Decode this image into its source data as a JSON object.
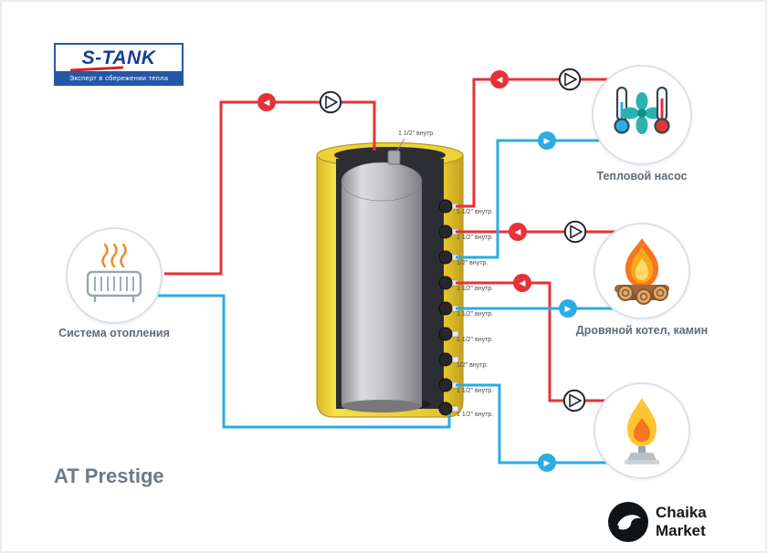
{
  "brand": {
    "name": "S-TANK",
    "tagline": "Эксперт в сбережении тепла"
  },
  "product": {
    "model_label": "AT Prestige"
  },
  "icons": {
    "arrow_left": "◀",
    "arrow_right": "▶"
  },
  "nodes": {
    "heating_system": {
      "label": "Система отопления"
    },
    "heat_pump": {
      "label": "Тепловой насос"
    },
    "wood_boiler": {
      "label": "Дровяной котел, камин"
    },
    "gas_burner": {
      "label": ""
    }
  },
  "tank": {
    "top_port_label": "1 1/2\" внутр.",
    "ports": [
      {
        "label": "1 1/2\" внутр."
      },
      {
        "label": "1 1/2\" внутр."
      },
      {
        "label": "1/2\" внутр."
      },
      {
        "label": "1 1/2\" внутр."
      },
      {
        "label": "1 1/2\" внутр."
      },
      {
        "label": "1 1/2\" внутр."
      },
      {
        "label": "1/2\" внутр."
      },
      {
        "label": "1 1/2\" внутр."
      },
      {
        "label": "1 1/2\" внутр."
      }
    ]
  },
  "watermark": {
    "line1": "Chaika",
    "line2": "Market"
  },
  "colors": {
    "hot": "#e53238",
    "cold": "#2bace2",
    "insulation": "#f0d535"
  }
}
